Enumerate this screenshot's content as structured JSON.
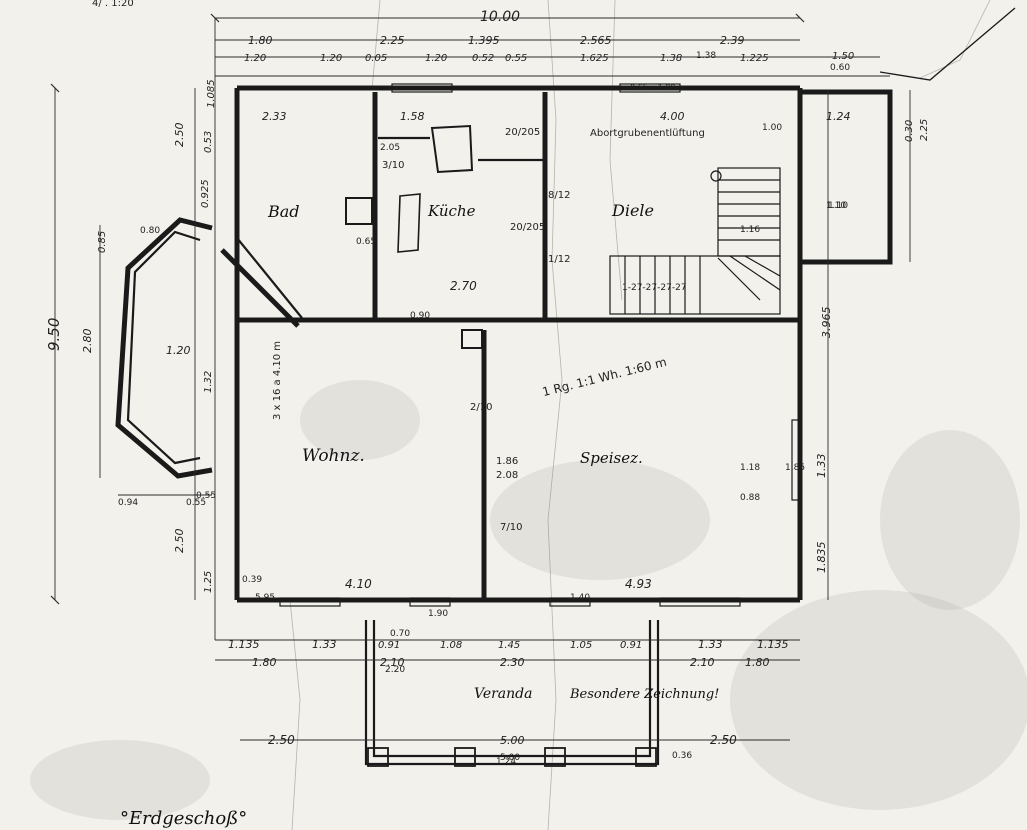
{
  "drawing": {
    "floor_label": "°Erdgeschoß°",
    "top_corner_text": "4/ . 1:20"
  },
  "rooms": {
    "bad": "Bad",
    "kueche": "Küche",
    "diele": "Diele",
    "wohnz": "Wohnz.",
    "speisez": "Speisez.",
    "veranda": "Veranda",
    "veranda_note": "Besondere Zeichnung!",
    "aborto_note": "Abortgrubenentlüftung"
  },
  "dimensions": {
    "overall_width": "10.00",
    "overall_depth": "9.50",
    "top_row_1": [
      "1.80",
      "2.25",
      "1.395",
      "2.565",
      "2.39"
    ],
    "top_row_2": [
      "1.20",
      "1.20",
      "0.05",
      "1.20",
      "0.52",
      "0.55",
      "1.625",
      "1.38",
      "1.225",
      "1.50"
    ],
    "left_vertical": [
      "2.50",
      "0.925",
      "0.85",
      "2.80",
      "1.32",
      "2.50",
      "1.25",
      "1.085",
      "0.53"
    ],
    "right_vertical": [
      "3.965",
      "1.33",
      "1.835",
      "2.25",
      "0.30"
    ],
    "bottom_row_1": [
      "1.135",
      "1.33",
      "0.91",
      "1.08",
      "1.45",
      "1.05",
      "0.91",
      "1.33",
      "1.135"
    ],
    "bottom_row_2": [
      "1.80",
      "2.10",
      "2.30",
      "2.10",
      "1.80"
    ],
    "veranda_row": [
      "2.50",
      "5.00",
      "2.50"
    ],
    "room_widths": {
      "bad": "2.33",
      "kueche": "1.58",
      "kueche_depth": "2.70",
      "diele": "4.00",
      "wohnz": "4.10",
      "speisez": "4.93",
      "bay": "1.20",
      "small_room": "1.24"
    },
    "misc": [
      "0.60",
      "0.80",
      "2.05",
      "1.10",
      "0.65",
      "1.38",
      "1.00",
      "0.90",
      "0.39",
      "0.36",
      "1.24",
      "1.90",
      "1.40",
      "1.16",
      "1.18",
      "0.70",
      "0.94",
      "0.55",
      "0.88",
      "2.20",
      "1.86",
      "2.08",
      "7/10",
      "3/10",
      "8/12",
      "1/12",
      "20/205",
      "2/10",
      "20/205",
      "1.10",
      "1.85",
      "5.95"
    ]
  },
  "annotations": {
    "wohnz_wall": "3 x 16 a 4.10 m",
    "speise_note": "1 Rg. 1:1 Wh. 1:60 m",
    "stair_note": "1-27-27-27-27",
    "diele_window": "0.65 x 1.80",
    "bay_window": "0.55",
    "verand_mid": "5.00"
  }
}
